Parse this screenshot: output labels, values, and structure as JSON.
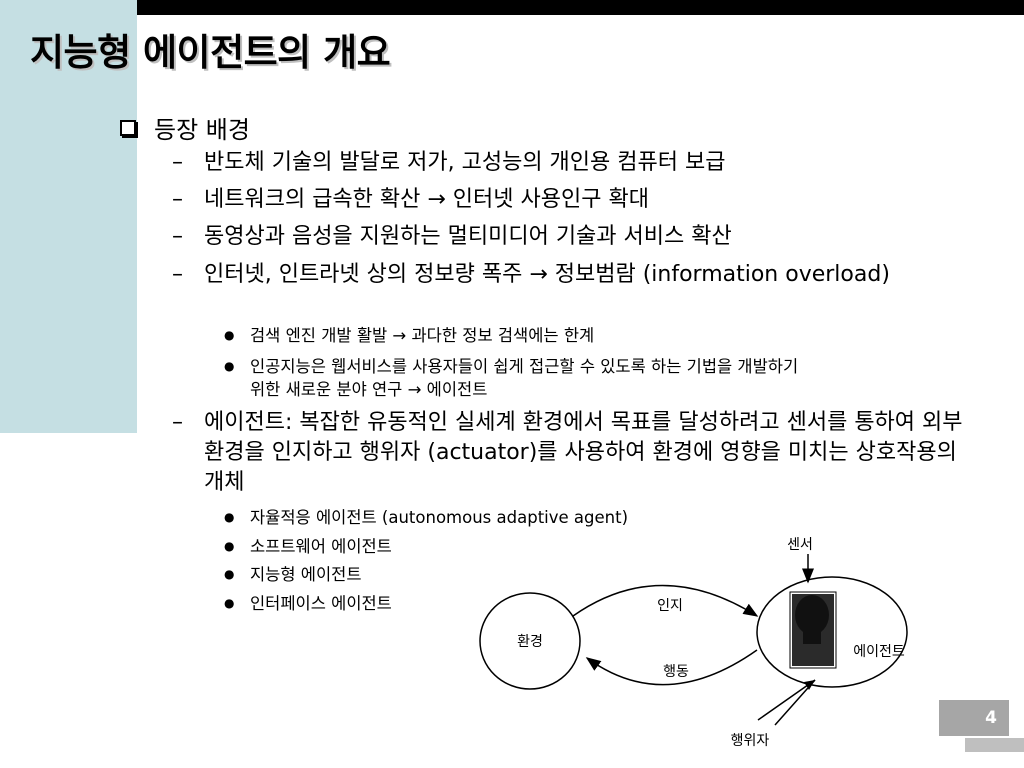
{
  "title": "지능형 에이전트의 개요",
  "section_heading": "등장 배경",
  "items": [
    "반도체 기술의 발달로 저가, 고성능의 개인용 컴퓨터 보급",
    "네트워크의 급속한 확산 → 인터넷 사용인구 확대",
    "동영상과 음성을 지원하는 멀티미디어 기술과 서비스 확산",
    "인터넷, 인트라넷 상의 정보량 폭주 → 정보범람 (information overload)",
    "에이전트: 복잡한 유동적인 실세계 환경에서 목표를 달성하려고 센서를 통하여 외부환경을 인지하고 행위자 (actuator)를 사용하여 환경에 영향을 미치는 상호작용의 개체"
  ],
  "subitems_overload": [
    "검색 엔진 개발 활발 → 과다한 정보 검색에는 한계",
    "인공지능은 웹서비스를 사용자들이 쉽게 접근할 수 있도록 하는 기법을 개발하기",
    "위한 새로운 분야 연구 → 에이전트"
  ],
  "subitems_agent": [
    "자율적응 에이전트 (autonomous adaptive agent)",
    "소프트웨어 에이전트",
    "지능형 에이전트",
    "인터페이스 에이전트"
  ],
  "diagram": {
    "environment": "환경",
    "perceive": "인지",
    "action": "행동",
    "sensor": "센서",
    "agent": "에이전트",
    "actuator": "행위자"
  },
  "page_number": "4",
  "icons": [
    "square-bullet-icon",
    "agent-figure-icon"
  ]
}
